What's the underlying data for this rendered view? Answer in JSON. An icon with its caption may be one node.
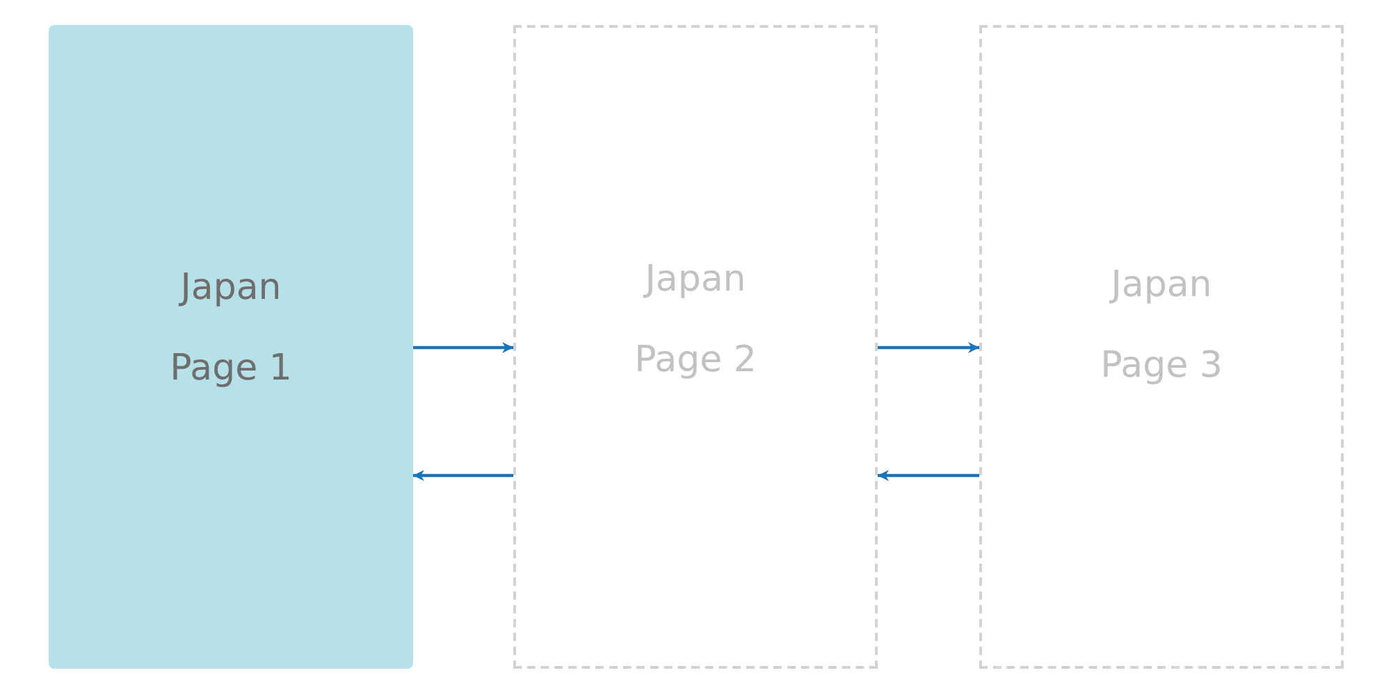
{
  "diagram": {
    "nodes": [
      {
        "text": [
          "Japan",
          "Page 1"
        ]
      },
      {
        "text": [
          "Japan",
          "Page 2"
        ]
      },
      {
        "text": [
          "Japan",
          "Page 3"
        ]
      }
    ],
    "edges": [
      {
        "from": 0,
        "to": 1,
        "arrow": "to"
      },
      {
        "from": 1,
        "to": 0,
        "arrow": "to"
      },
      {
        "from": 1,
        "to": 2,
        "arrow": "to"
      },
      {
        "from": 2,
        "to": 1,
        "arrow": "to"
      }
    ]
  }
}
